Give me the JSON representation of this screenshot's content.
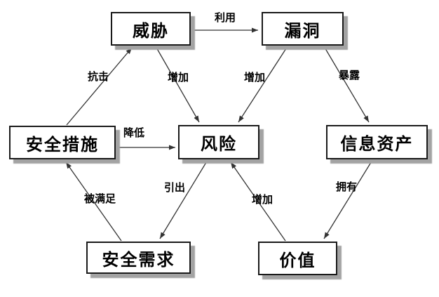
{
  "diagram": {
    "colors": {
      "box_fill": "#ffffff",
      "box_border": "#1a1a1a",
      "box_shadow": "#a3a3a3",
      "line": "#333333",
      "text": "#000000",
      "background": "#ffffff"
    },
    "nodes": {
      "threat": {
        "label": "威胁"
      },
      "vulnerability": {
        "label": "漏洞"
      },
      "safeguard": {
        "label": "安全措施"
      },
      "risk": {
        "label": "风险"
      },
      "asset": {
        "label": "信息资产"
      },
      "security_requirement": {
        "label": "安全需求"
      },
      "value": {
        "label": "价值"
      }
    },
    "edges": {
      "exploit": {
        "label": "利用",
        "from": "威胁",
        "to": "漏洞"
      },
      "resist": {
        "label": "抗击",
        "from": "安全措施",
        "to": "威胁"
      },
      "threat_increase": {
        "label": "增加",
        "from": "威胁",
        "to": "风险"
      },
      "vuln_increase": {
        "label": "增加",
        "from": "漏洞",
        "to": "风险"
      },
      "expose": {
        "label": "暴露",
        "from": "漏洞",
        "to": "信息资产"
      },
      "reduce": {
        "label": "降低",
        "from": "安全措施",
        "to": "风险"
      },
      "derive": {
        "label": "引出",
        "from": "风险",
        "to": "安全需求"
      },
      "satisfy": {
        "label": "被满足",
        "from": "安全需求",
        "to": "安全措施"
      },
      "value_increase": {
        "label": "增加",
        "from": "价值",
        "to": "风险"
      },
      "own": {
        "label": "拥有",
        "from": "信息资产",
        "to": "价值"
      }
    }
  }
}
